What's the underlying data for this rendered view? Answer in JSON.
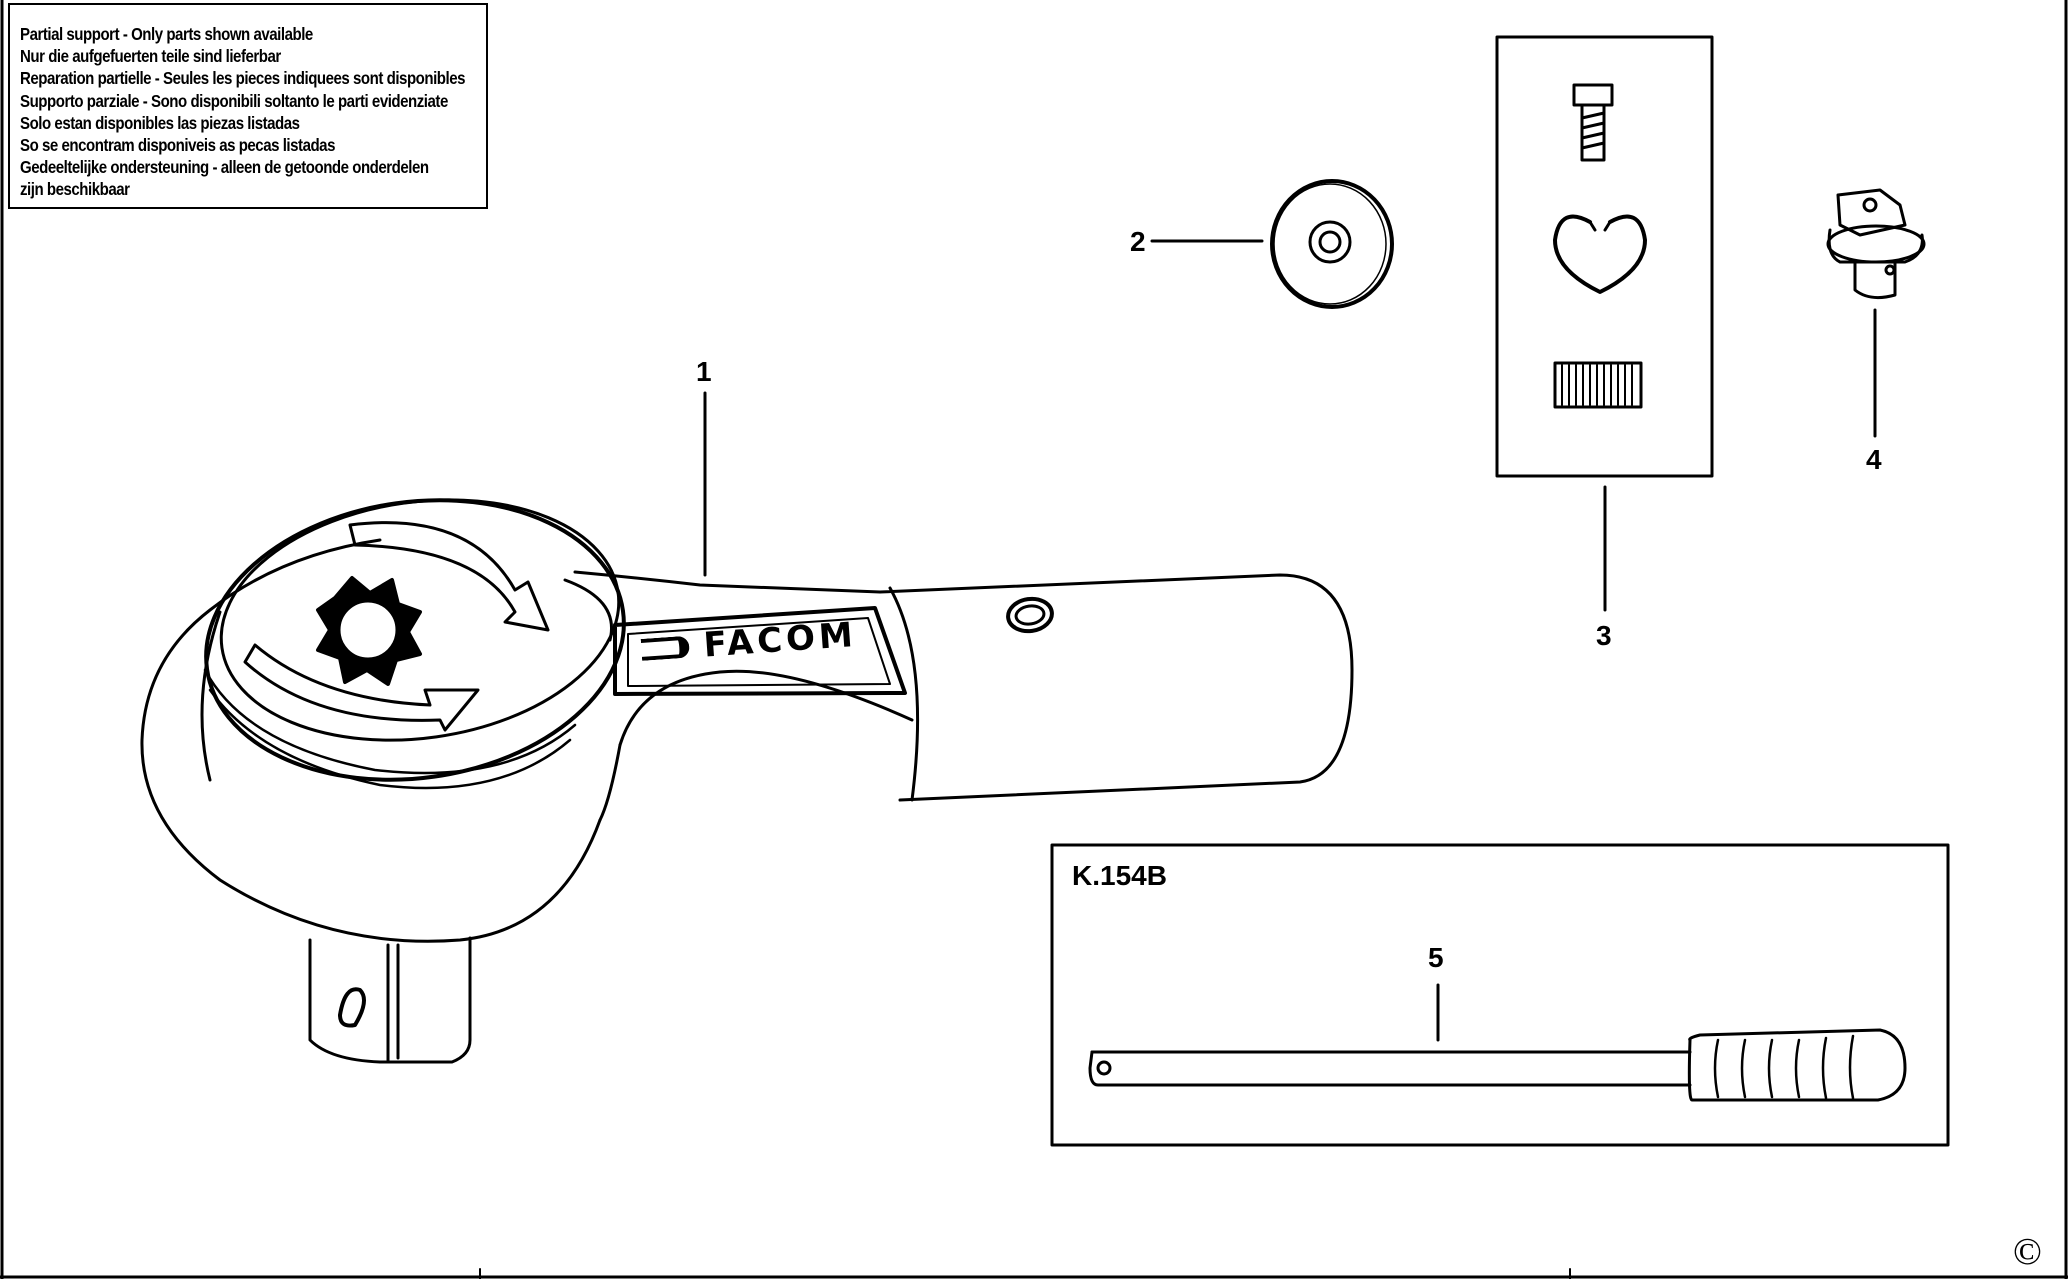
{
  "notice": {
    "lines": [
      "Partial support - Only parts shown available",
      "Nur die aufgefuerten teile sind lieferbar",
      "Reparation partielle - Seules les pieces indiquees sont disponibles",
      "Supporto parziale - Sono disponibili soltanto le parti evidenziate",
      "Solo estan disponibles las piezas listadas",
      "So se encontram disponiveis as pecas listadas",
      "Gedeeltelijke ondersteuning - alleen de getoonde onderdelen",
      "zijn beschikbaar"
    ]
  },
  "callouts": {
    "part1": "1",
    "part2": "2",
    "part3": "3",
    "part4": "4",
    "part5": "5"
  },
  "kit": {
    "label": "K.154B"
  },
  "brand": {
    "logo_text": "FACOM"
  },
  "footer": {
    "copyright": "©"
  }
}
